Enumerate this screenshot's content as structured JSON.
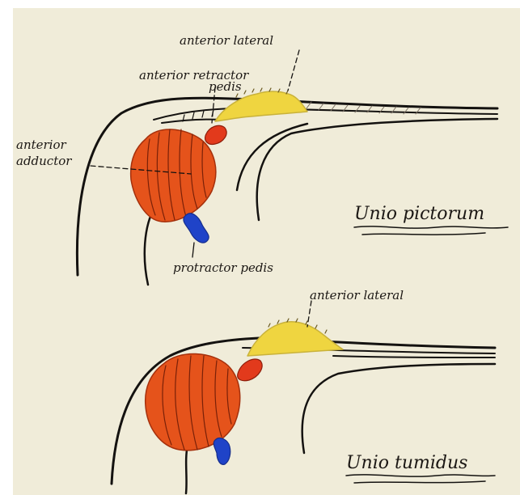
{
  "labels": {
    "top_anterior_lateral": "anterior lateral",
    "anterior_retractor": "anterior retractor",
    "retractor_pedis": "pedis",
    "anterior_adductor_line1": "anterior",
    "anterior_adductor_line2": "adductor",
    "protractor_pedis": "protractor pedis",
    "species_top": "Unio pictorum",
    "bottom_anterior_lateral": "anterior lateral",
    "species_bottom": "Unio tumidus"
  },
  "colors": {
    "paper": "#f0ecd9",
    "outline": "#141210",
    "adductor_fill": "#e5531b",
    "retractor_fill": "#e23a1c",
    "protractor_fill": "#1f43c8",
    "lateral_fill": "#efd540"
  }
}
